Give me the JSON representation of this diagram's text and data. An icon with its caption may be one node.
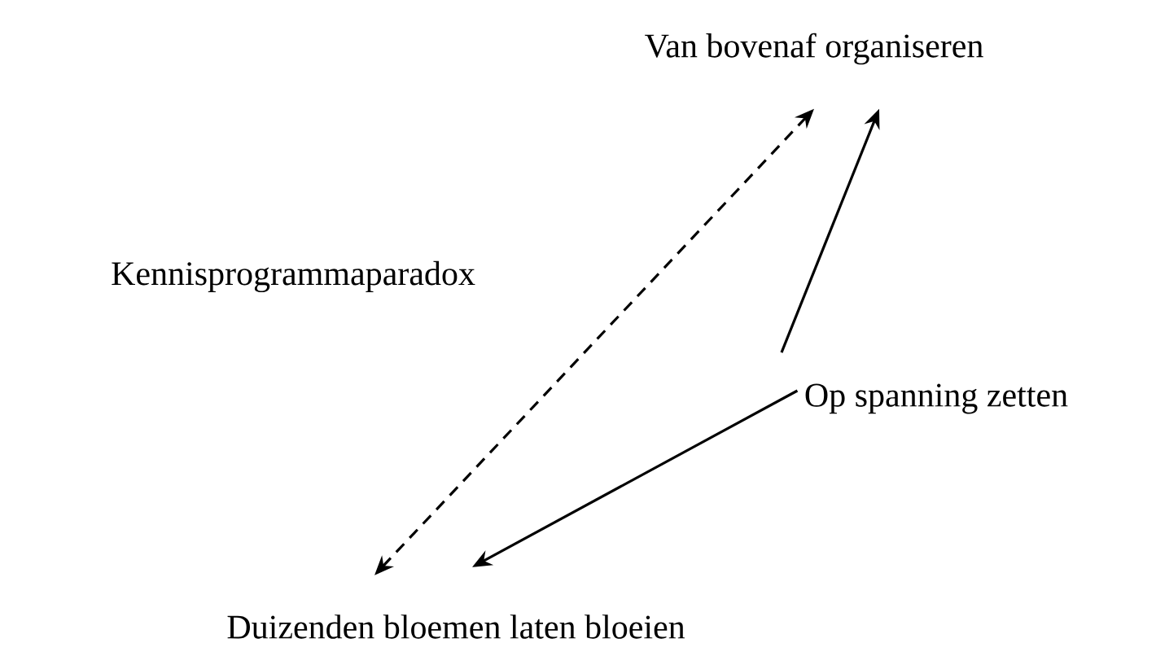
{
  "diagram": {
    "nodes": [
      {
        "text": [
          "Van bovenaf organiseren"
        ]
      },
      {
        "text": [
          "Op spanning zetten"
        ]
      },
      {
        "text": [
          "Duizenden bloemen laten bloeien"
        ]
      }
    ],
    "edges": [
      {
        "from": 2,
        "to": 0,
        "arrow": "both",
        "style": "dashed"
      },
      {
        "from": 1,
        "to": 0,
        "arrow": "to"
      },
      {
        "from": 1,
        "to": 2,
        "arrow": "to"
      }
    ],
    "labels": [
      "Kennisprogrammaparadox"
    ]
  }
}
